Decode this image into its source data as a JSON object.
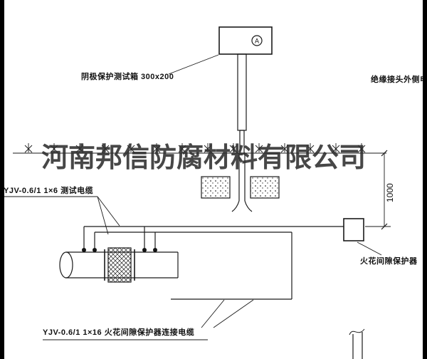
{
  "watermark": {
    "text": "河南邦信防腐材料有限公司"
  },
  "diagram": {
    "test_box_label": "阴极保护测试箱 300x200",
    "insulation_joint_cable_label": "绝缘接头外侧电缆",
    "test_cable_label": "YJV-0.6/1 1×6  测试电缆",
    "spark_gap_protector_label": "火花间隙保护器",
    "protector_cable_label": "YJV-0.6/1 1×16  火花间隙保护器连接电缆",
    "meter_symbol": "A",
    "dimension": "1000"
  },
  "colors": {
    "line": "#1a1a1a",
    "watermark": "#2e2e2e",
    "background": "#ffffff"
  }
}
